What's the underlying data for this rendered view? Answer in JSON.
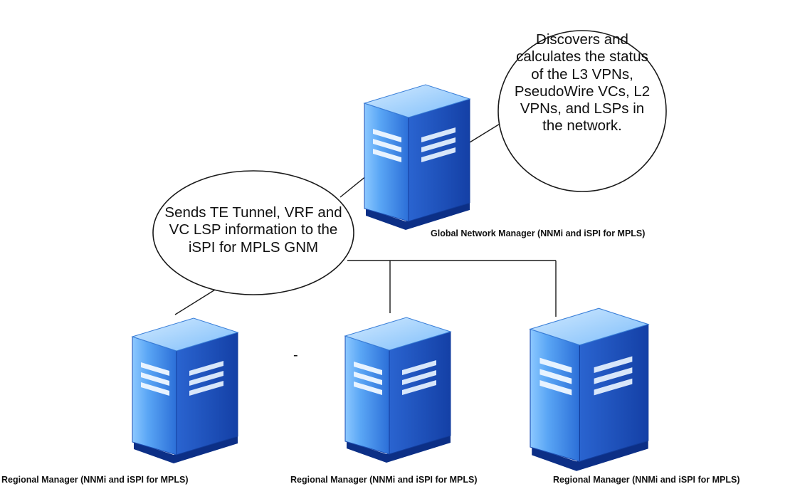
{
  "colors": {
    "server_front_light": "#6fb6ff",
    "server_front_dark": "#2f6fd6",
    "server_side": "#1846b0",
    "server_top": "#a8d4ff",
    "server_slot": "#e8f3ff",
    "server_base": "#0c2f86",
    "line": "#1a1a1a"
  },
  "global_manager": {
    "icon": "server-tower-icon",
    "label": "Global Network Manager (NNMi and iSPI for MPLS)"
  },
  "regional_managers": [
    {
      "icon": "server-tower-icon",
      "label": "Regional Manager (NNMi and iSPI for MPLS)"
    },
    {
      "icon": "server-tower-icon",
      "label": "Regional Manager (NNMi and iSPI for MPLS)"
    },
    {
      "icon": "server-tower-icon",
      "label": "Regional Manager (NNMi and iSPI for MPLS)"
    }
  ],
  "callouts": {
    "discovers": {
      "lines": [
        "Discovers and",
        "calculates the status",
        "of the L3 VPNs,",
        "PseudoWire VCs, L2",
        "VPNs, and LSPs in",
        "the network."
      ]
    },
    "sends": {
      "lines": [
        "Sends TE Tunnel, VRF and",
        "VC LSP information to the",
        "iSPI for MPLS GNM"
      ]
    }
  },
  "stray_mark": "-"
}
